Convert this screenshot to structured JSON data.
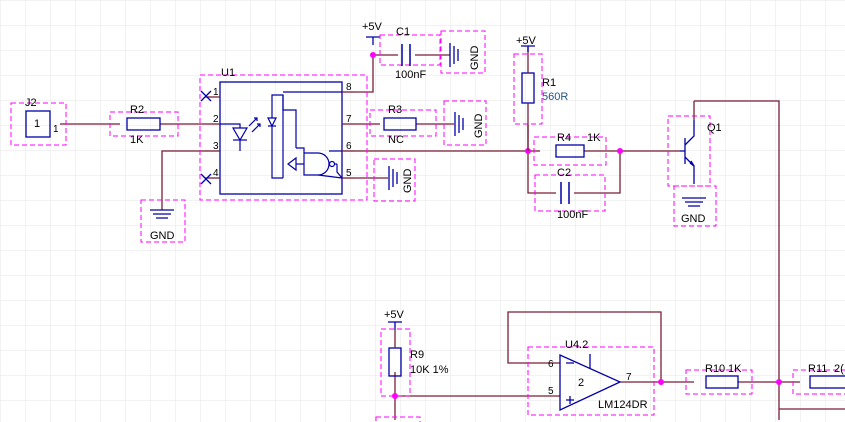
{
  "colors": {
    "background": "#ffffff",
    "grid": "#e6e6e6",
    "wire": "#7a1f36",
    "component": "#0000aa",
    "selection": "#ff00ff",
    "junction": "#ff00ff",
    "label": "#000000",
    "value_label": "#22548a"
  },
  "labels": {
    "j2_ref": "J2",
    "j2_pin_num": "1",
    "j2_pin_out": "1",
    "r2_ref": "R2",
    "r2_val": "1K",
    "u1_ref": "U1",
    "u1_p1": "1",
    "u1_p2": "2",
    "u1_p3": "3",
    "u1_p4": "4",
    "u1_p5": "5",
    "u1_p6": "6",
    "u1_p7": "7",
    "u1_p8": "8",
    "pwr_c1": "+5V",
    "c1_ref": "C1",
    "c1_val": "100nF",
    "gnd_c1": "GND",
    "r3_ref": "R3",
    "r3_val": "NC",
    "gnd_r3": "GND",
    "gnd_u1": "GND",
    "gnd_j2": "GND",
    "pwr_r1": "+5V",
    "r1_ref": "R1",
    "r1_val": "560R",
    "r4_ref": "R4",
    "r4_val": "1K",
    "c2_ref": "C2",
    "c2_val": "100nF",
    "q1_ref": "Q1",
    "gnd_q1": "GND",
    "pwr_r9": "+5V",
    "r9_ref": "R9",
    "r9_val": "10K 1%",
    "u4_ref": "U4.2",
    "u4_unit": "2",
    "u4_p6": "6",
    "u4_p5": "5",
    "u4_p7": "7",
    "u4_part": "LM124DR",
    "r10_ref": "R10",
    "r10_val": "1K",
    "r11_ref": "R11",
    "r11_val": "2("
  }
}
